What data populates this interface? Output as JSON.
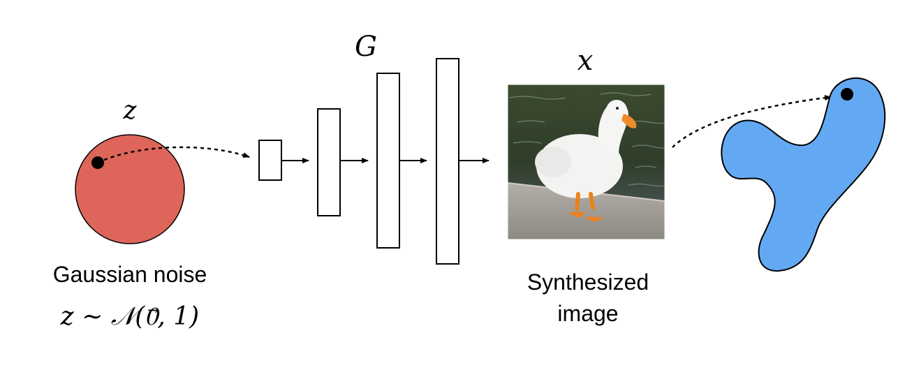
{
  "latent": {
    "symbol": "z",
    "caption": "Gaussian noise",
    "formula": "z ∼ 𝒩(0⃗, 1)",
    "color": "#de6559"
  },
  "generator": {
    "symbol": "G"
  },
  "output": {
    "symbol": "x",
    "caption_line1": "Synthesized",
    "caption_line2": "image"
  },
  "manifold": {
    "color": "#63a8f2"
  }
}
